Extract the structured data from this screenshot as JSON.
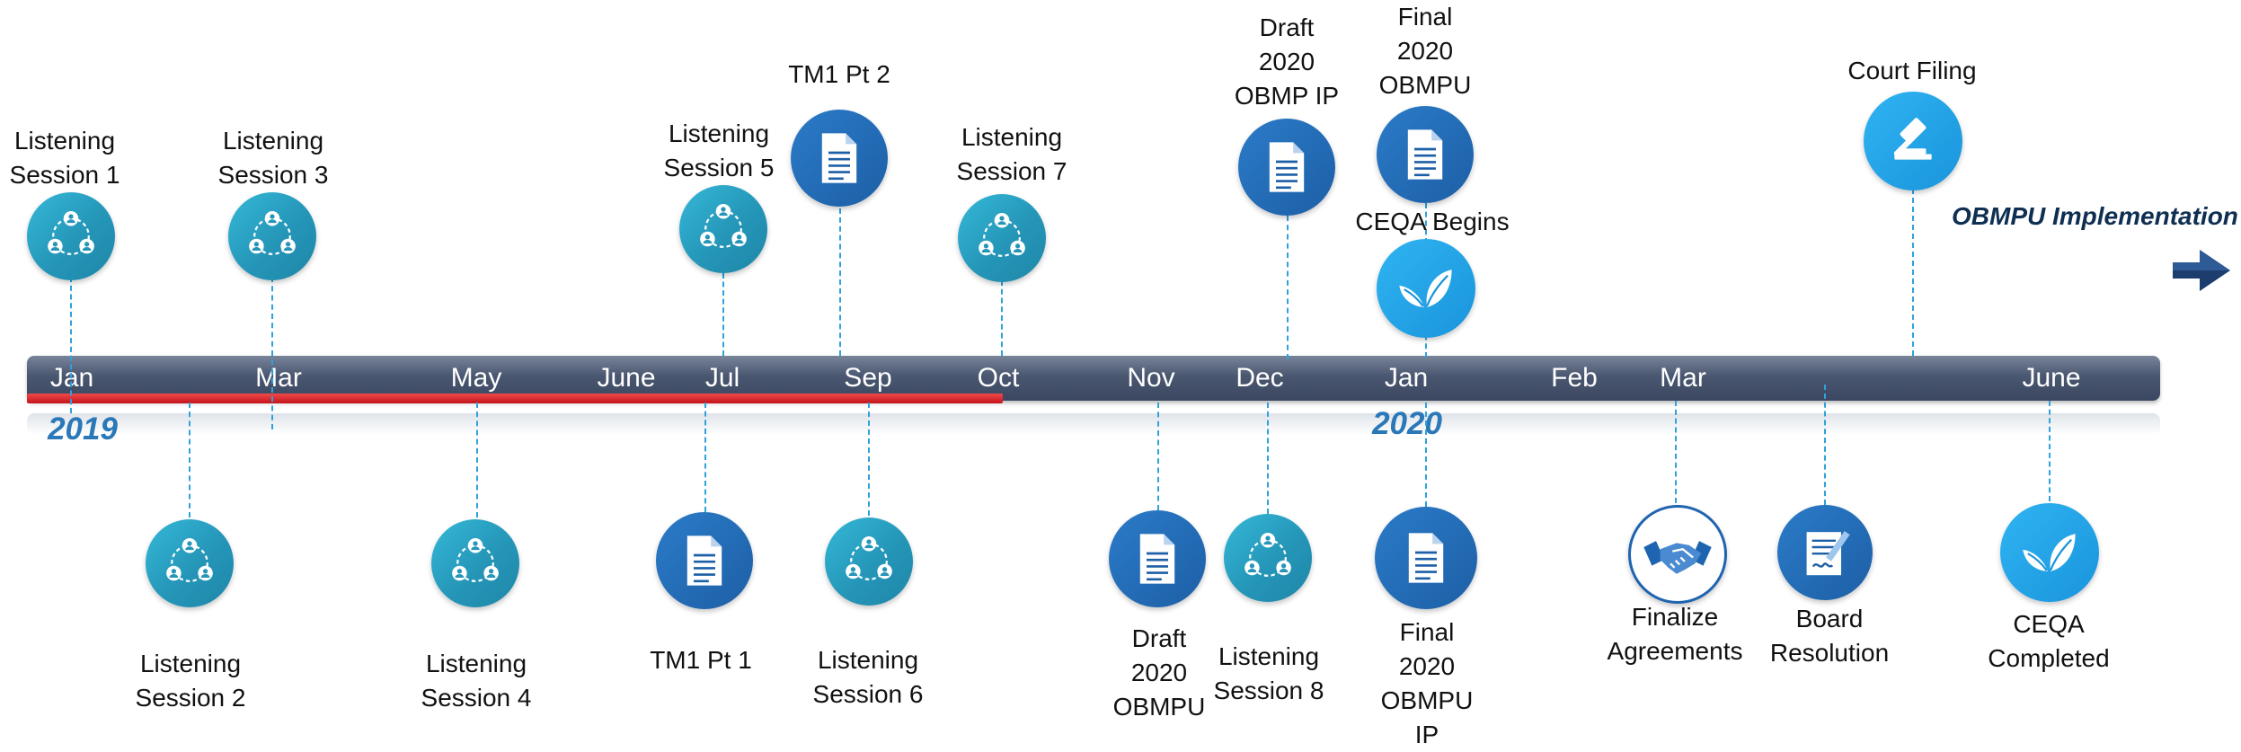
{
  "timeline": {
    "months": [
      "Jan",
      "Mar",
      "May",
      "June",
      "Jul",
      "Sep",
      "Oct",
      "Nov",
      "Dec",
      "Jan",
      "Feb",
      "Mar",
      "June"
    ],
    "years": [
      "2019",
      "2020"
    ],
    "progress_through": "Oct",
    "implementation_label": "OBMPU Implementation"
  },
  "events": {
    "ls1": {
      "label": "Listening\nSession 1",
      "icon": "people-circle-icon"
    },
    "ls2": {
      "label": "Listening\nSession 2",
      "icon": "people-circle-icon"
    },
    "ls3": {
      "label": "Listening\nSession 3",
      "icon": "people-circle-icon"
    },
    "ls4": {
      "label": "Listening\nSession 4",
      "icon": "people-circle-icon"
    },
    "tm1p1": {
      "label": "TM1 Pt 1",
      "icon": "document-icon"
    },
    "ls5": {
      "label": "Listening\nSession 5",
      "icon": "people-circle-icon"
    },
    "tm1p2": {
      "label": "TM1 Pt 2",
      "icon": "document-icon"
    },
    "ls6": {
      "label": "Listening\nSession 6",
      "icon": "people-circle-icon"
    },
    "ls7": {
      "label": "Listening\nSession 7",
      "icon": "people-circle-icon"
    },
    "draft_obmpu": {
      "label": "Draft\n2020\nOBMPU",
      "icon": "document-icon"
    },
    "ls8": {
      "label": "Listening\nSession 8",
      "icon": "people-circle-icon"
    },
    "draft_obmp_ip": {
      "label": "Draft\n2020\nOBMP IP",
      "icon": "document-icon"
    },
    "final_obmpu": {
      "label": "Final\n2020\nOBMPU",
      "icon": "document-icon"
    },
    "ceqa_begins": {
      "label": "CEQA Begins",
      "icon": "leaf-icon"
    },
    "final_obmpu_ip": {
      "label": "Final\n2020\nOBMPU\nIP",
      "icon": "document-icon"
    },
    "finalize_agreements": {
      "label": "Finalize\nAgreements",
      "icon": "handshake-icon"
    },
    "board_resolution": {
      "label": "Board\nResolution",
      "icon": "signed-document-icon"
    },
    "court_filing": {
      "label": "Court Filing",
      "icon": "gavel-icon"
    },
    "ceqa_completed": {
      "label": "CEQA\nCompleted",
      "icon": "leaf-icon"
    }
  },
  "colors": {
    "bar": "#4a5770",
    "progress": "#d91f26",
    "connector": "#2ea2dc",
    "year": "#2a78b8"
  }
}
